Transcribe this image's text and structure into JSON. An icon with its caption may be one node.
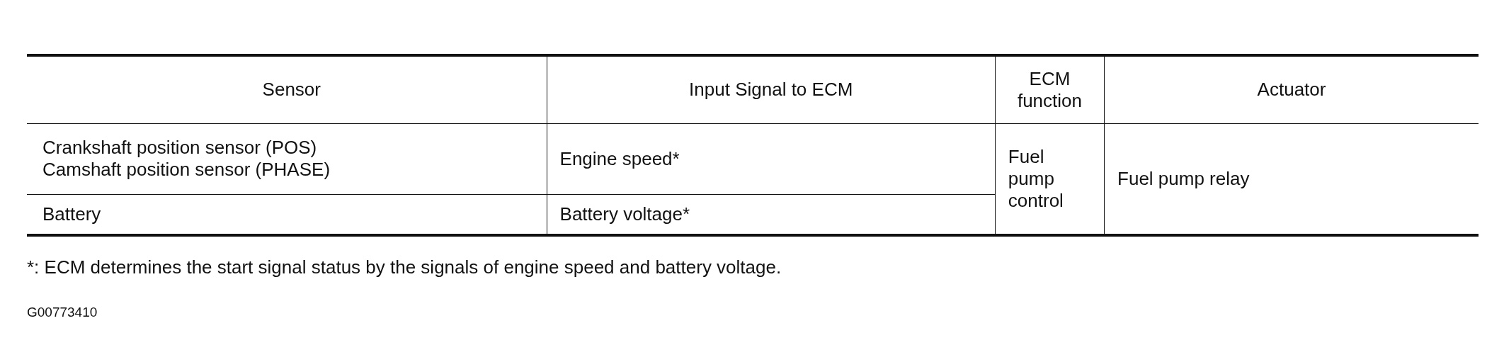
{
  "diagram": {
    "labels": [
      "Sensor",
      "Input Signal to ECM",
      "ECM function",
      "Actuator",
      "Crankshaft position sensor (POS)",
      "Camshaft position sensor (PHASE)",
      "Engine speed*",
      "Fuel pump control",
      "Fuel pump relay",
      "Battery",
      "Battery voltage*",
      "*: ECM determines the start signal status by the signals of engine speed and battery voltage.",
      "G00773410"
    ]
  }
}
